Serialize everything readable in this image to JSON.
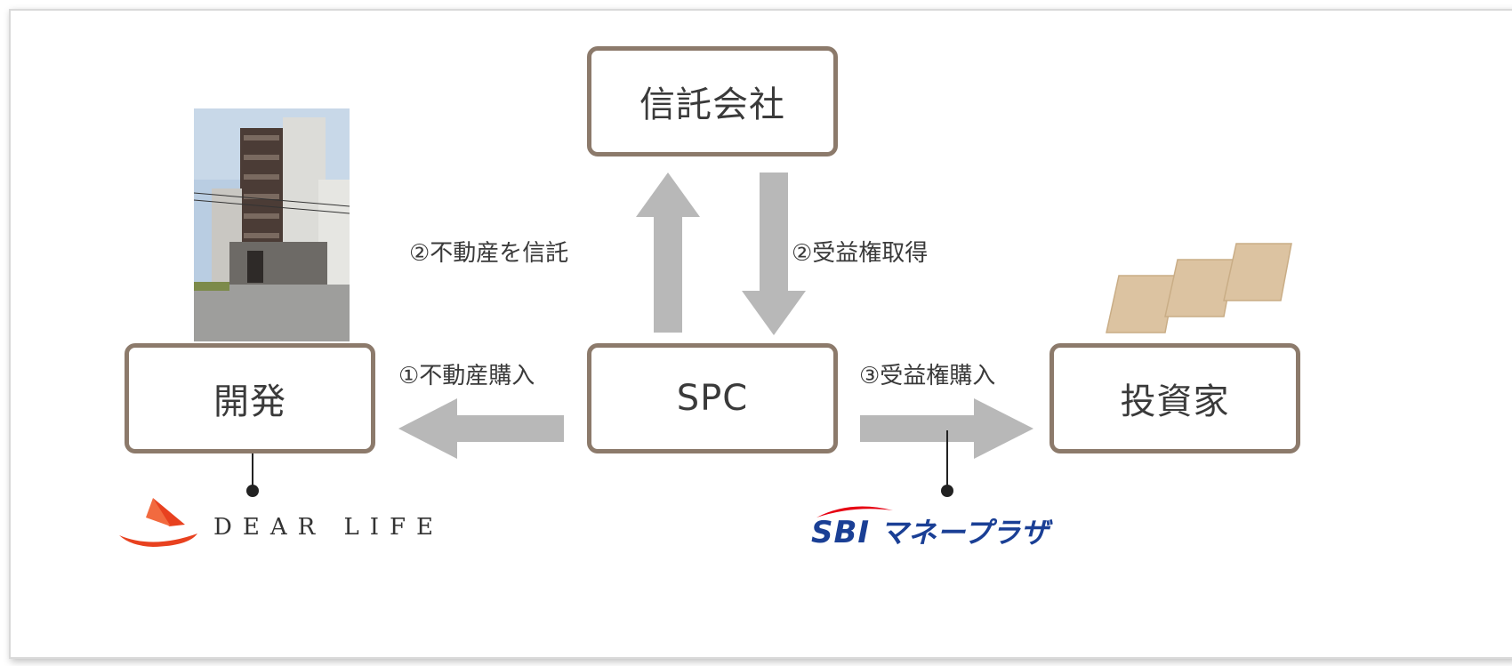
{
  "nodes": {
    "trust_company": "信託会社",
    "developer": "開発",
    "spc": "SPC",
    "investor": "投資家"
  },
  "edges": {
    "entrust": "②不動産を信託",
    "acquire_beneficial": "②受益権取得",
    "purchase_property": "①不動産購入",
    "purchase_beneficial": "③受益権購入"
  },
  "logos": {
    "dear_life": "DEAR LIFE",
    "sbi_prefix": "SBI",
    "sbi_suffix": "マネープラザ"
  },
  "colors": {
    "box_border": "#8c7a6b",
    "arrow": "#b8b8b8",
    "text": "#3a3a3a",
    "dear_life_red": "#e8411f",
    "sbi_blue": "#1a3f95",
    "sbi_red": "#e60012",
    "papers": "#dcc3a1"
  },
  "icons": {
    "building": "building-photo-icon",
    "certificates": "certificate-stack-icon"
  }
}
